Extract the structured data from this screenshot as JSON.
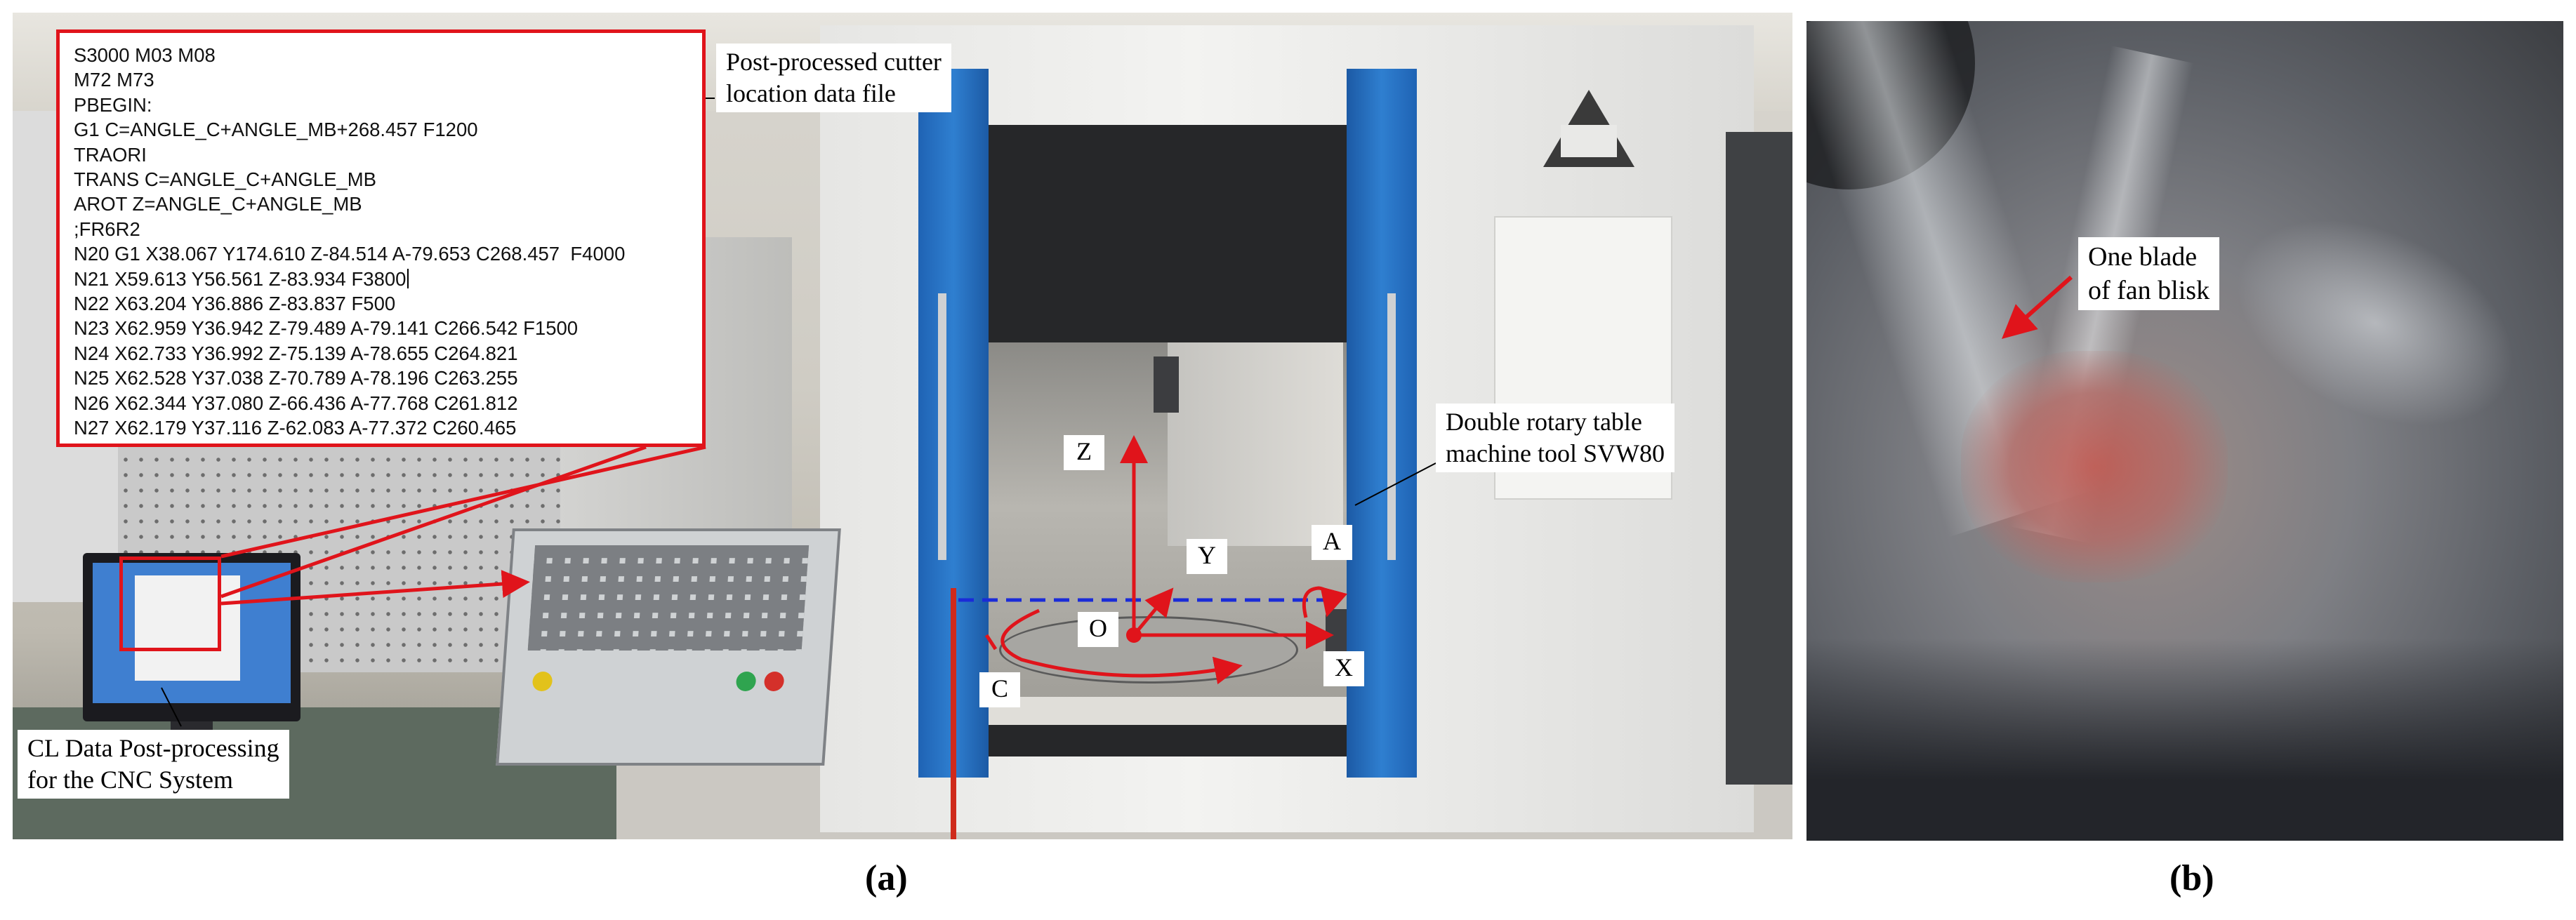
{
  "panel_a": {
    "code_lines": [
      "S3000 M03 M08",
      "M72 M73",
      "PBEGIN:",
      "G1 C=ANGLE_C+ANGLE_MB+268.457 F1200",
      "TRAORI",
      "TRANS C=ANGLE_C+ANGLE_MB",
      "AROT Z=ANGLE_C+ANGLE_MB",
      ";FR6R2",
      "N20 G1 X38.067 Y174.610 Z-84.514 A-79.653 C268.457  F4000",
      "N21 X59.613 Y56.561 Z-83.934 F3800",
      "N22 X63.204 Y36.886 Z-83.837 F500",
      "N23 X62.959 Y36.942 Z-79.489 A-79.141 C266.542 F1500",
      "N24 X62.733 Y36.992 Z-75.139 A-78.655 C264.821",
      "N25 X62.528 Y37.038 Z-70.789 A-78.196 C263.255",
      "N26 X62.344 Y37.080 Z-66.436 A-77.768 C261.812",
      "N27 X62.179 Y37.116 Z-62.083 A-77.372 C260.465"
    ],
    "label_file": "Post-processed cutter\nlocation data file",
    "label_machine": "Double rotary table\nmachine tool SVW80",
    "label_cl": "CL Data Post-processing\nfor the CNC System",
    "axes": {
      "z": "Z",
      "y": "Y",
      "a": "A",
      "o": "O",
      "c": "C",
      "x": "X"
    }
  },
  "panel_b": {
    "label_blade": "One blade\nof fan blisk"
  },
  "captions": {
    "a": "(a)",
    "b": "(b)"
  },
  "colors": {
    "annotation_red": "#e0141b",
    "dashed_blue": "#1a2bd8"
  }
}
